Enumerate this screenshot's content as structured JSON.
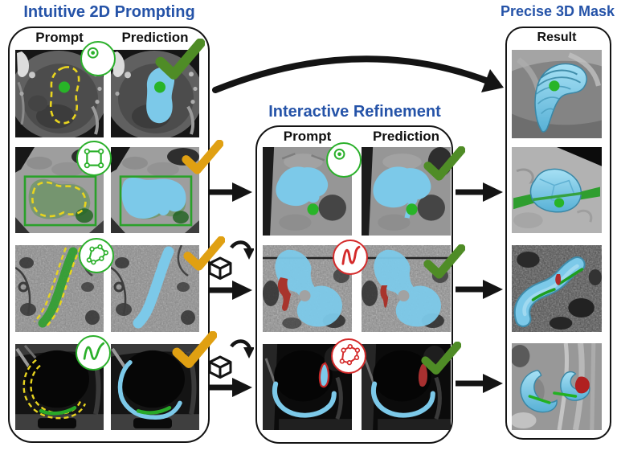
{
  "panels": {
    "left": {
      "title": "Intuitive 2D Prompting",
      "columns": {
        "prompt": "Prompt",
        "prediction": "Prediction"
      },
      "rows": [
        {
          "modality": "abdominal-ct",
          "prompt_icon": "point-prompt-icon",
          "check": "green"
        },
        {
          "modality": "brain-mri",
          "prompt_icon": "bounding-box-prompt-icon",
          "check": "orange"
        },
        {
          "modality": "electron-microscopy",
          "prompt_icon": "lasso-prompt-icon",
          "check": "orange"
        },
        {
          "modality": "knee-mri",
          "prompt_icon": "scribble-prompt-icon",
          "check": "orange"
        }
      ]
    },
    "middle": {
      "title": "Interactive Refinement",
      "columns": {
        "prompt": "Prompt",
        "prediction": "Prediction"
      },
      "rows": [
        {
          "modality": "brain-mri",
          "prompt_icon": "point-prompt-icon",
          "check": "green"
        },
        {
          "modality": "electron-microscopy",
          "prompt_icon": "negative-scribble-prompt-icon",
          "check": "green"
        },
        {
          "modality": "knee-mri",
          "prompt_icon": "negative-lasso-prompt-icon",
          "check": "green"
        }
      ]
    },
    "right": {
      "title": "Precise 3D Mask",
      "columns": {
        "result": "Result"
      },
      "rows": [
        {
          "modality": "abdominal-ct-3d"
        },
        {
          "modality": "brain-mri-3d"
        },
        {
          "modality": "electron-microscopy-3d"
        },
        {
          "modality": "knee-mri-3d"
        }
      ]
    }
  },
  "icons": {
    "point_prompt": "circle-with-center-dot",
    "bounding_box_prompt": "square-with-corner-handles",
    "lasso_prompt": "polygon-with-vertex-dots",
    "scribble_prompt": "freehand-squiggle",
    "slice_rotate": "3d-cube-with-rotation-arrow",
    "accept_check": "thick-checkmark"
  },
  "colors": {
    "title_blue": "#2553A8",
    "mask_cyan": "#7CC9E9",
    "prompt_green": "#28B428",
    "check_green": "#4F8C26",
    "check_orange": "#E0A012",
    "negative_red": "#D42A2A",
    "refined_red": "#A8342C",
    "gt_outline_yellow": "#E8D41F",
    "arrow_black": "#141414"
  }
}
